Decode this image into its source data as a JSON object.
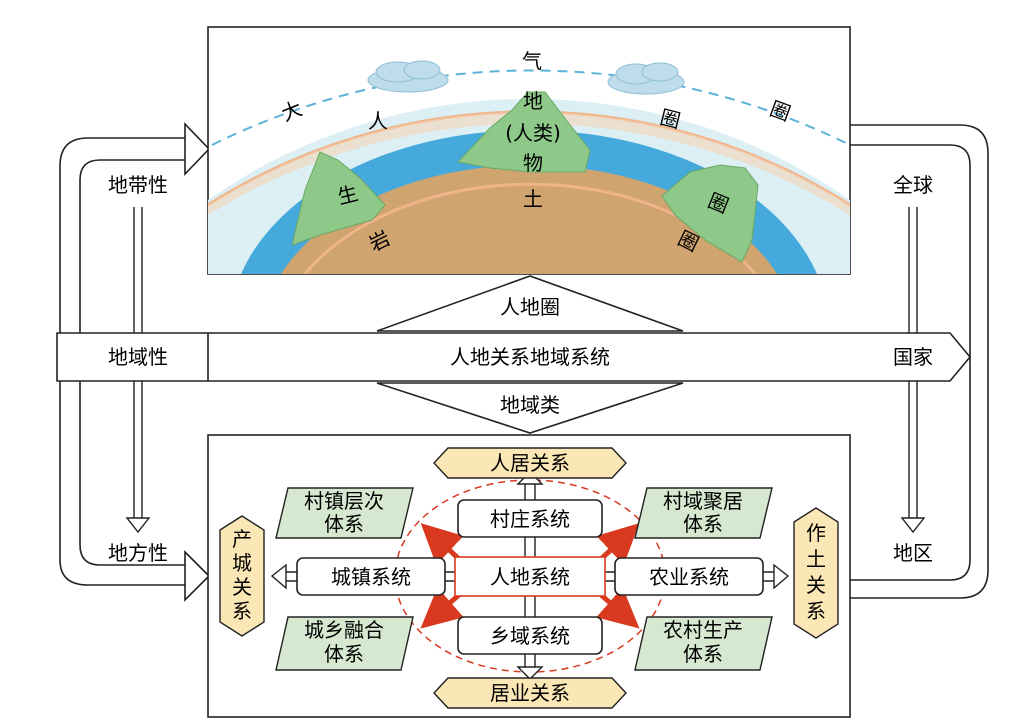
{
  "top_panel": {
    "sphere_chars": {
      "da": "大",
      "qi": "气",
      "quan1": "圈",
      "quan_outer": "圈",
      "ren": "人",
      "di": "地",
      "renlei": "(人类)",
      "wu": "物",
      "sheng": "生",
      "tu": "土",
      "quan_right": "圈",
      "yan": "岩",
      "quan_bottom": "圈"
    }
  },
  "center": {
    "top_arrow_label": "人地圈",
    "band_left": "地域性",
    "band_center": "人地关系地域系统",
    "band_right": "国家",
    "bottom_arrow_label": "地域类"
  },
  "left_side": {
    "top_label": "地带性",
    "bottom_label": "地方性"
  },
  "right_side": {
    "top_label": "全球",
    "bottom_label": "地区"
  },
  "bottom_panel": {
    "core": "人地系统",
    "north": "村庄系统",
    "south": "乡域系统",
    "west": "城镇系统",
    "east": "农业系统",
    "top_tag": "人居关系",
    "bottom_tag": "居业关系",
    "left_tag": [
      "产",
      "城",
      "关",
      "系"
    ],
    "right_tag": [
      "作",
      "土",
      "关",
      "系"
    ],
    "nw_box": [
      "村镇层次",
      "体系"
    ],
    "ne_box": [
      "村域聚居",
      "体系"
    ],
    "sw_box": [
      "城乡融合",
      "体系"
    ],
    "se_box": [
      "农村生产",
      "体系"
    ]
  },
  "colors": {
    "atmosphere": "#dceff5",
    "ocean": "#46a9dc",
    "land": "#cfa46f",
    "mountain": "#8ec98a",
    "ring": "#f0b48a",
    "tag": "#fbe7b5",
    "green_box": "#d6e8d0",
    "red": "#d9391f"
  }
}
